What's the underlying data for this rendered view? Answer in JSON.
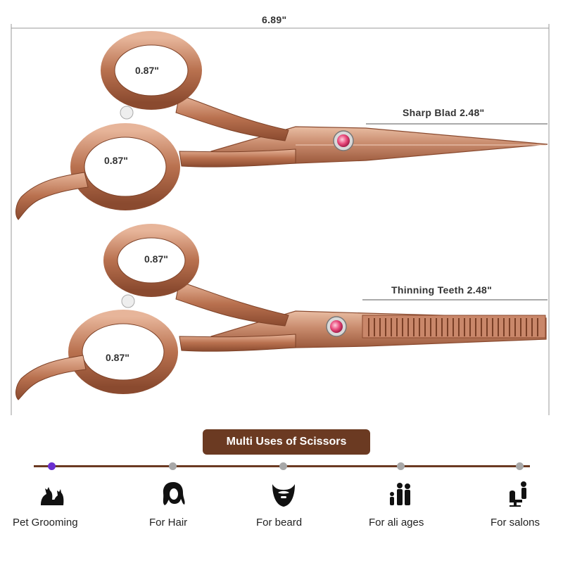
{
  "dimensions": {
    "overall_length": "6.89\"",
    "scissor_1": {
      "upper_ring": "0.87\"",
      "lower_ring": "0.87\"",
      "blade_label": "Sharp Blad 2.48\""
    },
    "scissor_2": {
      "upper_ring": "0.87\"",
      "lower_ring": "0.87\"",
      "blade_label": "Thinning Teeth 2.48\""
    }
  },
  "uses": {
    "title": "Multi Uses of Scissors",
    "items": [
      {
        "label": "Pet Grooming",
        "icon": "pet-icon"
      },
      {
        "label": "For Hair",
        "icon": "hair-icon"
      },
      {
        "label": "For beard",
        "icon": "beard-icon"
      },
      {
        "label": "For ali ages",
        "icon": "family-icon"
      },
      {
        "label": "For salons",
        "icon": "salon-chair-icon"
      }
    ]
  },
  "colors": {
    "rose_gold": "#c98c6e",
    "brown_accent": "#6b3a22",
    "screw_pink": "#e8487a",
    "active_dot": "#6a2fd0"
  }
}
